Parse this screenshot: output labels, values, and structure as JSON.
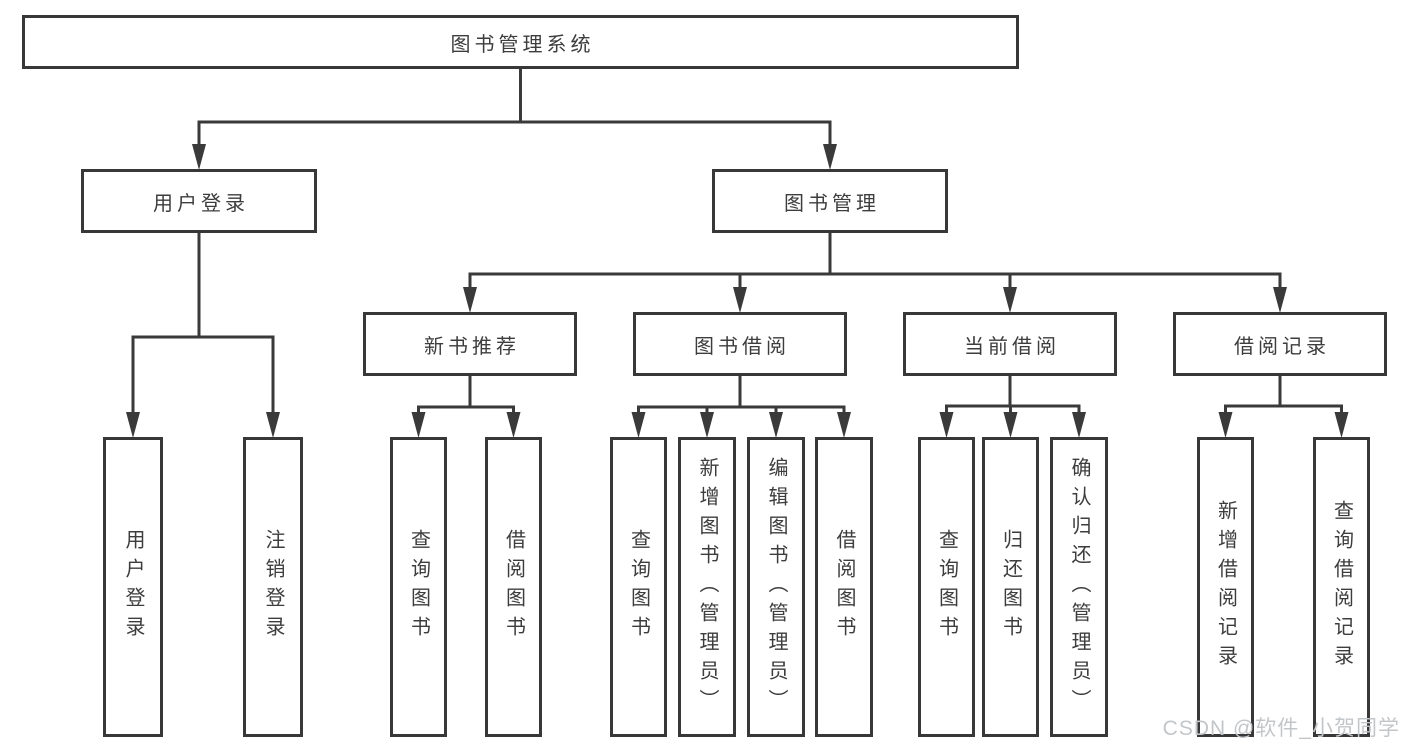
{
  "diagram": {
    "nodes": [
      {
        "id": "root",
        "label": "图书管理系统"
      },
      {
        "id": "user-login",
        "label": "用户登录"
      },
      {
        "id": "book-mgmt",
        "label": "图书管理"
      },
      {
        "id": "new-book-rec",
        "label": "新书推荐"
      },
      {
        "id": "book-borrow",
        "label": "图书借阅"
      },
      {
        "id": "current-borrow",
        "label": "当前借阅"
      },
      {
        "id": "borrow-records",
        "label": "借阅记录"
      },
      {
        "id": "leaf-user-login",
        "label": "用户登录"
      },
      {
        "id": "leaf-logout",
        "label": "注销登录"
      },
      {
        "id": "leaf-query-book-1",
        "label": "查询图书"
      },
      {
        "id": "leaf-borrow-book-1",
        "label": "借阅图书"
      },
      {
        "id": "leaf-query-book-2",
        "label": "查询图书"
      },
      {
        "id": "leaf-add-book",
        "label": "新增图书（管理员）"
      },
      {
        "id": "leaf-edit-book",
        "label": "编辑图书（管理员）"
      },
      {
        "id": "leaf-borrow-book-2",
        "label": "借阅图书"
      },
      {
        "id": "leaf-query-book-3",
        "label": "查询图书"
      },
      {
        "id": "leaf-return-book",
        "label": "归还图书"
      },
      {
        "id": "leaf-confirm-return",
        "label": "确认归还（管理员）"
      },
      {
        "id": "leaf-add-borrow-record",
        "label": "新增借阅记录"
      },
      {
        "id": "leaf-query-borrow-record",
        "label": "查询借阅记录"
      }
    ],
    "edges": [
      {
        "from": "root",
        "to": [
          "user-login",
          "book-mgmt"
        ]
      },
      {
        "from": "user-login",
        "to": [
          "leaf-user-login",
          "leaf-logout"
        ]
      },
      {
        "from": "book-mgmt",
        "to": [
          "new-book-rec",
          "book-borrow",
          "current-borrow",
          "borrow-records"
        ]
      },
      {
        "from": "new-book-rec",
        "to": [
          "leaf-query-book-1",
          "leaf-borrow-book-1"
        ]
      },
      {
        "from": "book-borrow",
        "to": [
          "leaf-query-book-2",
          "leaf-add-book",
          "leaf-edit-book",
          "leaf-borrow-book-2"
        ]
      },
      {
        "from": "current-borrow",
        "to": [
          "leaf-query-book-3",
          "leaf-return-book",
          "leaf-confirm-return"
        ]
      },
      {
        "from": "borrow-records",
        "to": [
          "leaf-add-borrow-record",
          "leaf-query-borrow-record"
        ]
      }
    ]
  },
  "watermark": {
    "text": "CSDN @软件_小贺同学"
  },
  "colors": {
    "background": "#ffffff",
    "box_border": "#383838",
    "line": "#3a3a3a",
    "text": "#3d3d3d",
    "watermark": "#c3c6c9"
  }
}
